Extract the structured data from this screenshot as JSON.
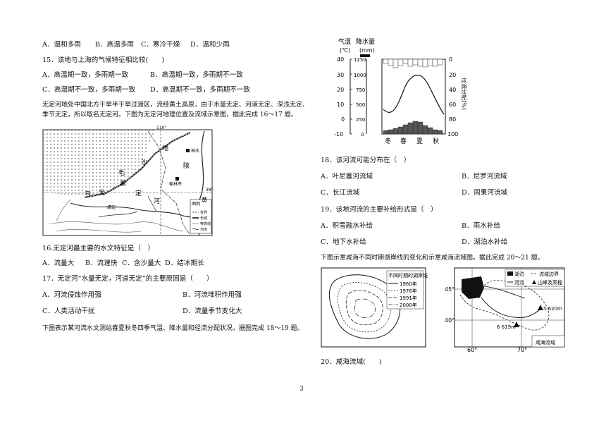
{
  "left": {
    "q14_options": [
      "A．温和多雨",
      "B．高温多雨",
      "C．寒冷干燥",
      "D．温和少雨"
    ],
    "q15_stem": "15．该地与上海的气候特征相比较(　　)",
    "q15_options": [
      "A．高温期一致，多雨期一致",
      "B．高温期一致，多雨期不一致",
      "C．高温期不一致，多雨期一致",
      "D．高温期不一致，多雨期不一致"
    ],
    "intro_line1": "无定河地处中国北方干旱半干旱过渡区，流经黄土高原，由于水量无定、河道无定、深浅无定、",
    "intro_line2": "季节无定，所以取名无定河。下图为无定河地理位置及流域示意图，据此完成 16～17 题。",
    "map1": {
      "lon_label": "110°",
      "lat_label": "38°",
      "city1": "神木",
      "city2": "榆林市",
      "region1": "毛",
      "region2": "乌",
      "region3": "素",
      "region4": "沙",
      "region5": "地",
      "region6": "陕",
      "river_label1": "无",
      "river_label2": "定",
      "river_label3": "河",
      "river_label4": "黄",
      "place_label": "靖边",
      "legend_title": "图例",
      "legend_items": [
        "省界",
        "长城",
        "等高线",
        "河流"
      ]
    },
    "q16_stem": "16.无定河最主要的水文特征是（　）",
    "q16_options": [
      "A．流量大",
      "B．流速快",
      "C．含沙量大",
      "D．结冰期长"
    ],
    "q17_stem": "17．无定河“水量无定，河道无定”的主要原因是（　　）",
    "q17_options": [
      "A．河流侵蚀作用强",
      "B．河流堆积作用强",
      "C．人类活动干扰",
      "D．流量季节变化大"
    ],
    "intro2": "下图表示某河流水文测站春夏秋冬四季气温、降水量和径流分配状况，据图完成 18～19 题。",
    "page_number": "3"
  },
  "right": {
    "chart": {
      "label_temp": "气温",
      "label_temp_unit": "(℃)",
      "label_precip": "降水量",
      "label_precip_unit": "(mm)",
      "left_ticks": [
        "40",
        "30",
        "20",
        "10",
        "0",
        "-10"
      ],
      "mid_ticks": [
        "1250",
        "1000",
        "750",
        "500",
        "250",
        "0"
      ],
      "right_ticks": [
        "0",
        "20",
        "40",
        "60",
        "80",
        "100"
      ],
      "right_label": "径流分配(%)",
      "seasons": [
        "冬",
        "春",
        "夏",
        "秋"
      ]
    },
    "q18_stem": "18．该河流可能分布在（　）",
    "q18_options": [
      "A．叶尼塞河流域",
      "B．尼罗河流域",
      "C．长江流域",
      "D．闹果河流域"
    ],
    "q19_stem": "19．该地河流的主要补给形式是（　）",
    "q19_options": [
      "A．积雪融水补给",
      "B．雨水补给",
      "C．地下水补给",
      "D．湖泊水补给"
    ],
    "intro3": "下图示意咸海不同时期湖岸线的变化和示意咸海流域图。据此完成 20～21 题。",
    "map2": {
      "inset_title": "不同时期的湖岸线",
      "years": [
        "1960年",
        "1976年",
        "1991年",
        "2000年"
      ],
      "legend": [
        "湖泊",
        "流域边界",
        "河流",
        "山峰及高程"
      ],
      "lat45": "45°",
      "lat40": "40°",
      "lon60": "60°",
      "lon70": "70°",
      "peak1": "5 620m",
      "peak2": "6 619m",
      "basin_label": "咸海流域"
    },
    "q20_stem": "20．咸海流域(　　)"
  }
}
